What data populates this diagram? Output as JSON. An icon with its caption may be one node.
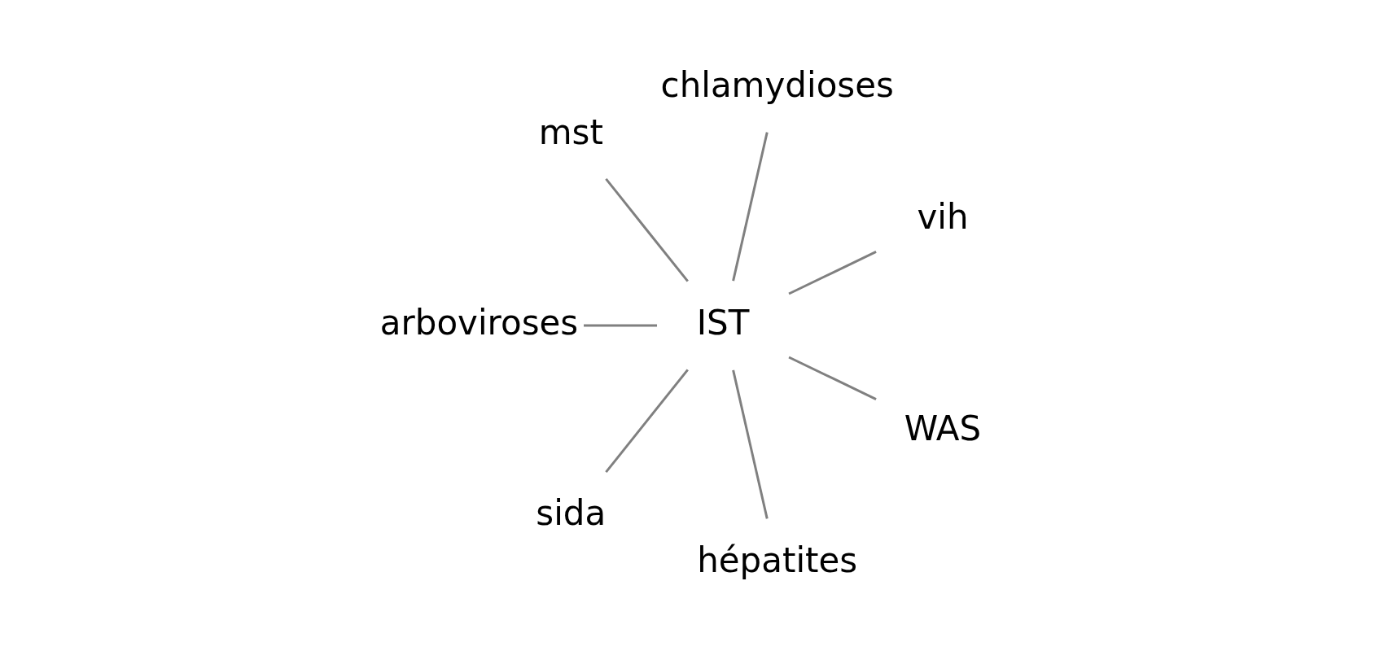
{
  "diagram": {
    "nodes": [
      {
        "text": [
          "chlamydioses"
        ]
      },
      {
        "text": [
          "vih"
        ]
      },
      {
        "text": [
          "mst"
        ]
      },
      {
        "text": [
          "WAS"
        ]
      },
      {
        "text": [
          "IST"
        ]
      },
      {
        "text": [
          "arboviroses"
        ]
      },
      {
        "text": [
          "hépatites"
        ]
      },
      {
        "text": [
          "sida"
        ]
      }
    ],
    "edges": [
      {
        "from": 4,
        "to": 0,
        "arrow": "none"
      },
      {
        "from": 4,
        "to": 1,
        "arrow": "none"
      },
      {
        "from": 4,
        "to": 3,
        "arrow": "none"
      },
      {
        "from": 4,
        "to": 6,
        "arrow": "none"
      },
      {
        "from": 4,
        "to": 7,
        "arrow": "none"
      },
      {
        "from": 4,
        "to": 5,
        "arrow": "none"
      },
      {
        "from": 4,
        "to": 2,
        "arrow": "none"
      }
    ]
  }
}
